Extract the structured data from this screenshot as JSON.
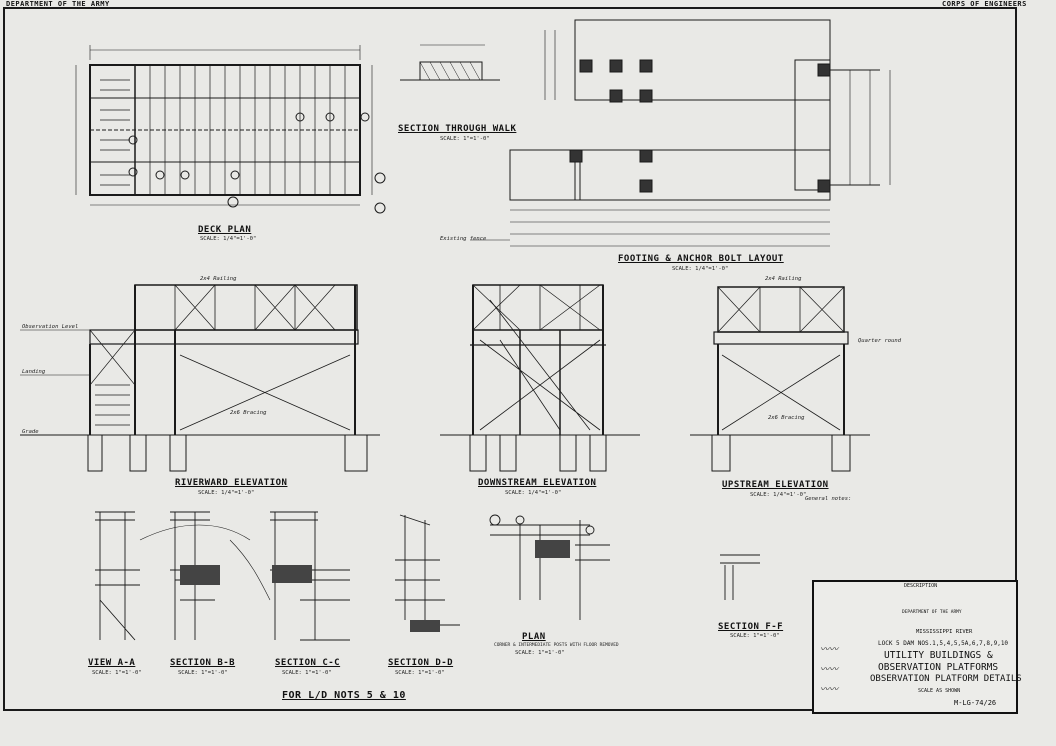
{
  "header": {
    "left": "DEPARTMENT OF THE ARMY",
    "right": "CORPS OF ENGINEERS"
  },
  "views": {
    "deck_plan": {
      "title": "DECK PLAN",
      "scale": "SCALE: 1/4\"=1'-0\""
    },
    "section_walk": {
      "title": "SECTION THROUGH WALK",
      "scale": "SCALE: 1\"=1'-0\""
    },
    "footing_layout": {
      "title": "FOOTING & ANCHOR BOLT LAYOUT",
      "scale": "SCALE: 1/4\"=1'-0\""
    },
    "riverward": {
      "title": "RIVERWARD ELEVATION",
      "scale": "SCALE: 1/4\"=1'-0\""
    },
    "downstream": {
      "title": "DOWNSTREAM ELEVATION",
      "scale": "SCALE: 1/4\"=1'-0\""
    },
    "upstream": {
      "title": "UPSTREAM ELEVATION",
      "scale": "SCALE: 1/4\"=1'-0\""
    },
    "view_aa": {
      "title": "VIEW A-A",
      "scale": "SCALE: 1\"=1'-0\""
    },
    "section_bb": {
      "title": "SECTION B-B",
      "scale": "SCALE: 1\"=1'-0\""
    },
    "section_cc": {
      "title": "SECTION C-C",
      "scale": "SCALE: 1\"=1'-0\""
    },
    "section_dd": {
      "title": "SECTION D-D",
      "scale": "SCALE: 1\"=1'-0\""
    },
    "plan": {
      "title": "PLAN",
      "sub": "CORNER & INTERMEDIATE POSTS WITH FLOOR REMOVED",
      "scale": "SCALE: 1\"=1'-0\""
    },
    "section_ff": {
      "title": "SECTION F-F",
      "scale": "SCALE: 1\"=1'-0\""
    }
  },
  "footer_label": "FOR L/D NOTS 5 & 10",
  "notes": {
    "railing": "2x4 Railing",
    "bracing": "2x6 Bracing",
    "grade": "Grade",
    "landing": "Landing",
    "obs_level": "Observation Level",
    "existing_fence": "Existing fence",
    "quarter_round": "Quarter round",
    "general": "General notes:"
  },
  "title_block": {
    "description_hdr": "DESCRIPTION",
    "office": "DEPARTMENT OF THE ARMY",
    "river": "MISSISSIPPI RIVER",
    "locks": "LOCK 5 DAM NOS.1,5,4,5,5A,6,7,8,9,10",
    "title1": "UTILITY BUILDINGS &",
    "title2": "OBSERVATION PLATFORMS",
    "title3": "OBSERVATION PLATFORM DETAILS",
    "scale": "SCALE AS SHOWN",
    "drawing_no": "M-LG-74/26"
  }
}
